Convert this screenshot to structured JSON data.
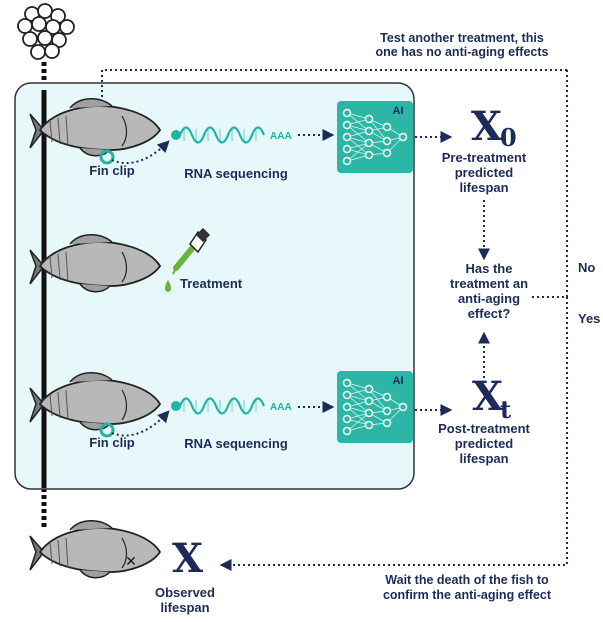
{
  "top_note": {
    "line1": "Test another treatment, this",
    "line2": "one has no anti-aging effects"
  },
  "stage1": {
    "fin_clip": "Fin clip",
    "rna": "RNA sequencing",
    "polyA": "AAA",
    "ai": "AI",
    "symbol": "X",
    "subscript": "0",
    "caption": [
      "Pre-treatment",
      "predicted",
      "lifespan"
    ]
  },
  "stage2": {
    "treatment": "Treatment"
  },
  "question": [
    "Has the",
    "treatment an",
    "anti-aging",
    "effect?"
  ],
  "branch_no": "No",
  "branch_yes": "Yes",
  "stage3": {
    "fin_clip": "Fin clip",
    "rna": "RNA sequencing",
    "polyA": "AAA",
    "ai": "AI",
    "symbol": "X",
    "subscript": "t",
    "caption": [
      "Post-treatment",
      "predicted",
      "lifespan"
    ]
  },
  "final": {
    "symbol": "X",
    "caption": [
      "Observed",
      "lifespan"
    ],
    "wait_line1": "Wait the death of the fish to",
    "wait_line2": "confirm the anti-aging effect"
  },
  "colors": {
    "navy": "#1e2a5a",
    "teal": "#1fb5a3",
    "panel_bg": "#e7f8fb",
    "ai_box": "#2bb6a6",
    "dropper_green": "#6bb23a"
  }
}
